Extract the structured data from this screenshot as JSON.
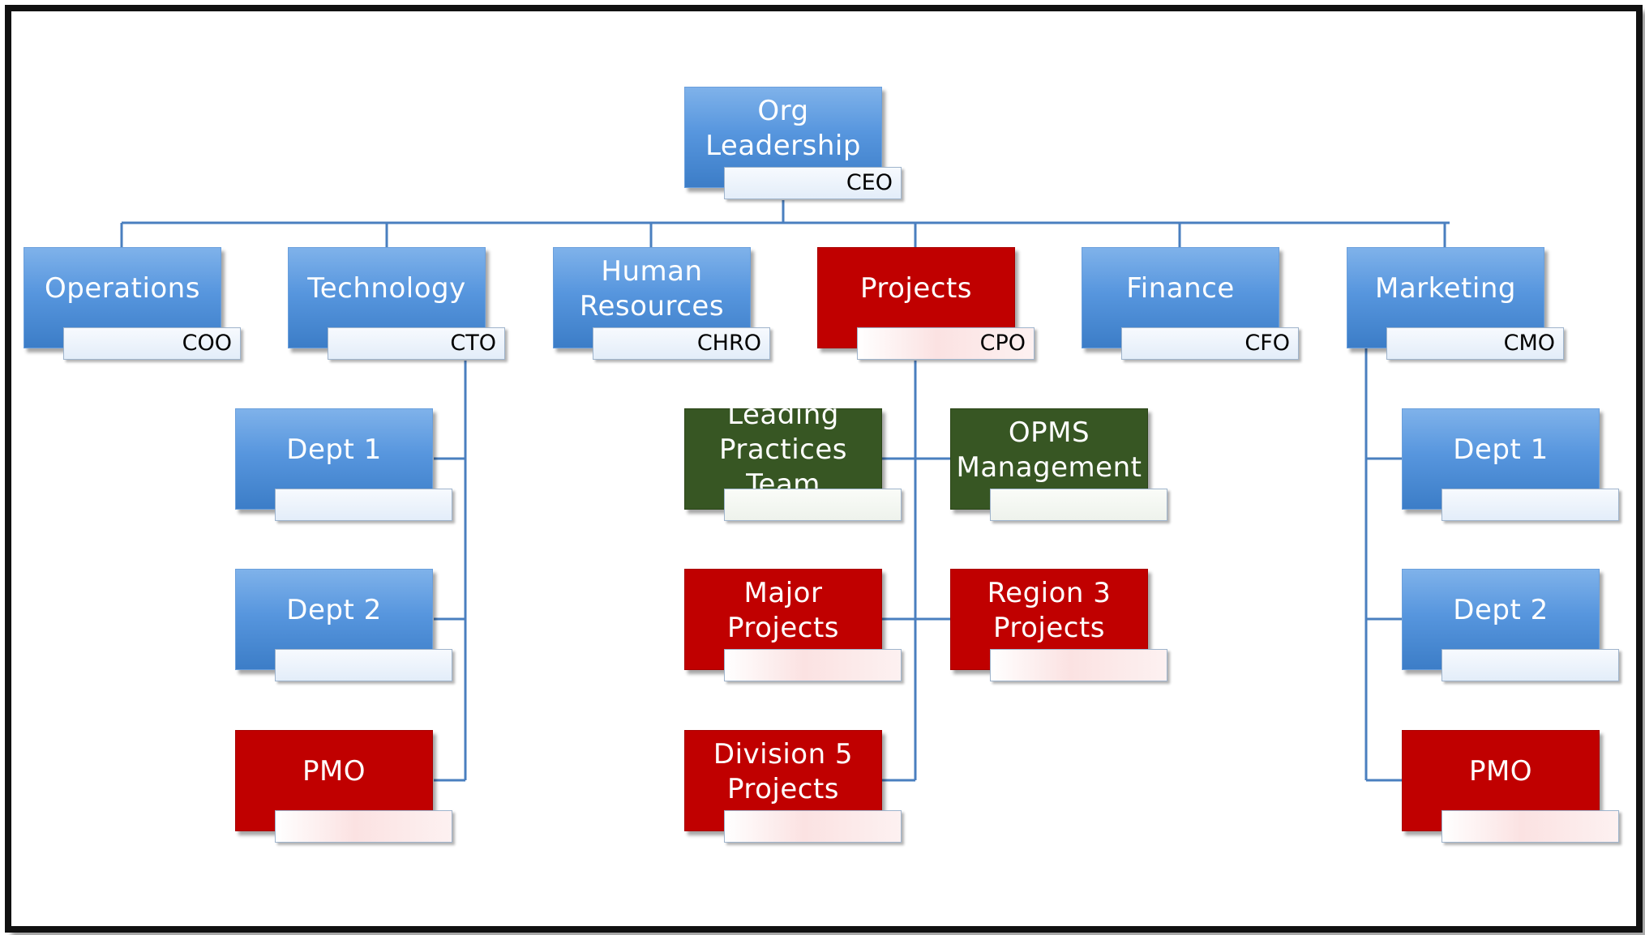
{
  "colors": {
    "blue": "#5796de",
    "red": "#c00000",
    "green": "#375623",
    "connector": "#4a7fbf"
  },
  "org": {
    "root": {
      "title": "Org\nLeadership",
      "role": "CEO",
      "color": "blue"
    },
    "departments": [
      {
        "title": "Operations",
        "role": "COO",
        "color": "blue"
      },
      {
        "title": "Technology",
        "role": "CTO",
        "color": "blue",
        "children": [
          {
            "title": "Dept 1",
            "role": "",
            "color": "blue"
          },
          {
            "title": "Dept 2",
            "role": "",
            "color": "blue"
          },
          {
            "title": "PMO",
            "role": "",
            "color": "red"
          }
        ]
      },
      {
        "title": "Human\nResources",
        "role": "CHRO",
        "color": "blue"
      },
      {
        "title": "Projects",
        "role": "CPO",
        "color": "red",
        "children": [
          {
            "title": "Leading\nPractices Team",
            "role": "",
            "color": "green"
          },
          {
            "title": "OPMS\nManagement",
            "role": "",
            "color": "green"
          },
          {
            "title": "Major Projects",
            "role": "",
            "color": "red"
          },
          {
            "title": "Region 3\nProjects",
            "role": "",
            "color": "red"
          },
          {
            "title": "Division 5\nProjects",
            "role": "",
            "color": "red"
          }
        ]
      },
      {
        "title": "Finance",
        "role": "CFO",
        "color": "blue"
      },
      {
        "title": "Marketing",
        "role": "CMO",
        "color": "blue",
        "children": [
          {
            "title": "Dept 1",
            "role": "",
            "color": "blue"
          },
          {
            "title": "Dept 2",
            "role": "",
            "color": "blue"
          },
          {
            "title": "PMO",
            "role": "",
            "color": "red"
          }
        ]
      }
    ]
  }
}
